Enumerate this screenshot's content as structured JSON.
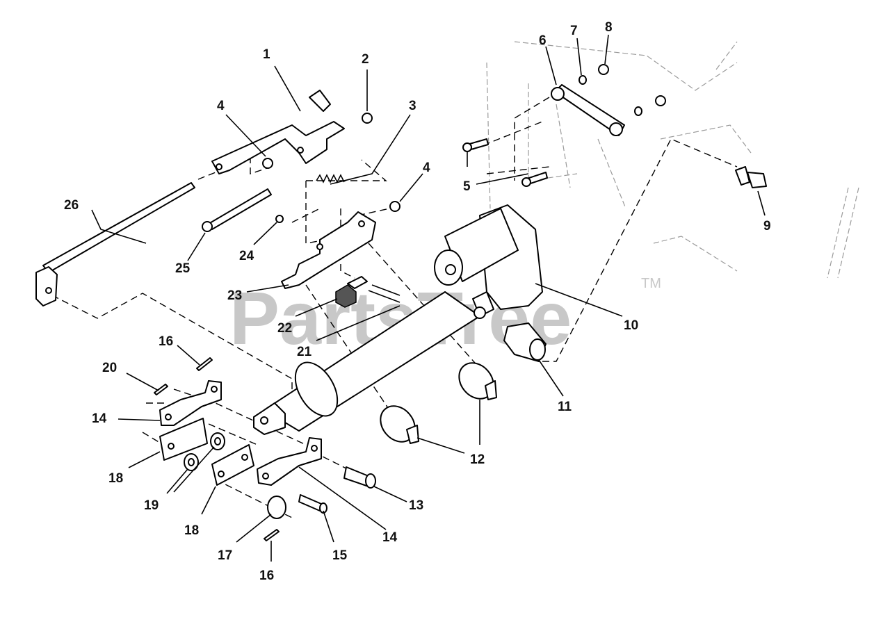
{
  "watermark": {
    "text": "PartsTree",
    "trademark": "TM"
  },
  "callouts": [
    {
      "id": "c1",
      "label": "1"
    },
    {
      "id": "c2",
      "label": "2"
    },
    {
      "id": "c3",
      "label": "3"
    },
    {
      "id": "c4a",
      "label": "4"
    },
    {
      "id": "c4b",
      "label": "4"
    },
    {
      "id": "c5",
      "label": "5"
    },
    {
      "id": "c6",
      "label": "6"
    },
    {
      "id": "c7",
      "label": "7"
    },
    {
      "id": "c8",
      "label": "8"
    },
    {
      "id": "c9",
      "label": "9"
    },
    {
      "id": "c10",
      "label": "10"
    },
    {
      "id": "c11",
      "label": "11"
    },
    {
      "id": "c12",
      "label": "12"
    },
    {
      "id": "c13",
      "label": "13"
    },
    {
      "id": "c14a",
      "label": "14"
    },
    {
      "id": "c14b",
      "label": "14"
    },
    {
      "id": "c15",
      "label": "15"
    },
    {
      "id": "c16a",
      "label": "16"
    },
    {
      "id": "c16b",
      "label": "16"
    },
    {
      "id": "c17",
      "label": "17"
    },
    {
      "id": "c18a",
      "label": "18"
    },
    {
      "id": "c18b",
      "label": "18"
    },
    {
      "id": "c19",
      "label": "19"
    },
    {
      "id": "c20",
      "label": "20"
    },
    {
      "id": "c21",
      "label": "21"
    },
    {
      "id": "c22",
      "label": "22"
    },
    {
      "id": "c23",
      "label": "23"
    },
    {
      "id": "c24",
      "label": "24"
    },
    {
      "id": "c25",
      "label": "25"
    },
    {
      "id": "c26",
      "label": "26"
    }
  ]
}
